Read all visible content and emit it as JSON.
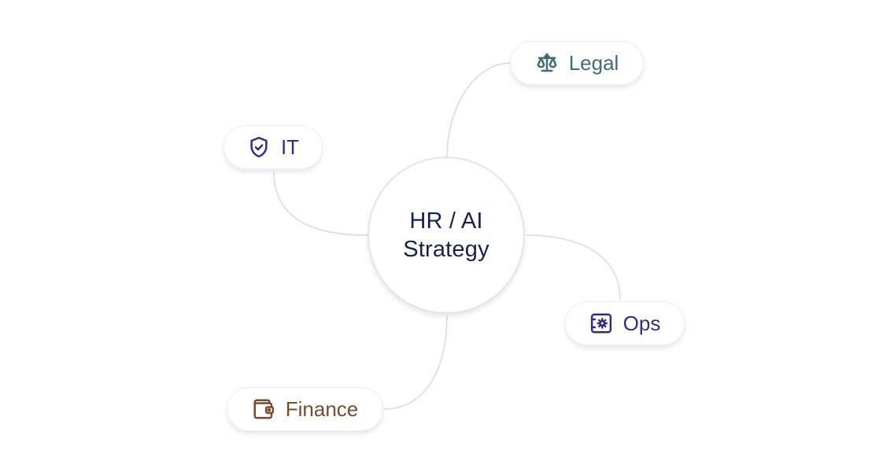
{
  "hub": {
    "line1": "HR / AI",
    "line2": "Strategy"
  },
  "nodes": {
    "legal": {
      "label": "Legal",
      "icon": "scale-icon",
      "color": "#3f6e72"
    },
    "it": {
      "label": "IT",
      "icon": "shield-check-icon",
      "color": "#2f2f82"
    },
    "ops": {
      "label": "Ops",
      "icon": "server-gear-icon",
      "color": "#2f2f82"
    },
    "finance": {
      "label": "Finance",
      "icon": "wallet-icon",
      "color": "#7a4a2b"
    }
  },
  "colors": {
    "hub_text": "#17214a",
    "connector": "#d9dbe6",
    "border": "#e3e4ee"
  }
}
